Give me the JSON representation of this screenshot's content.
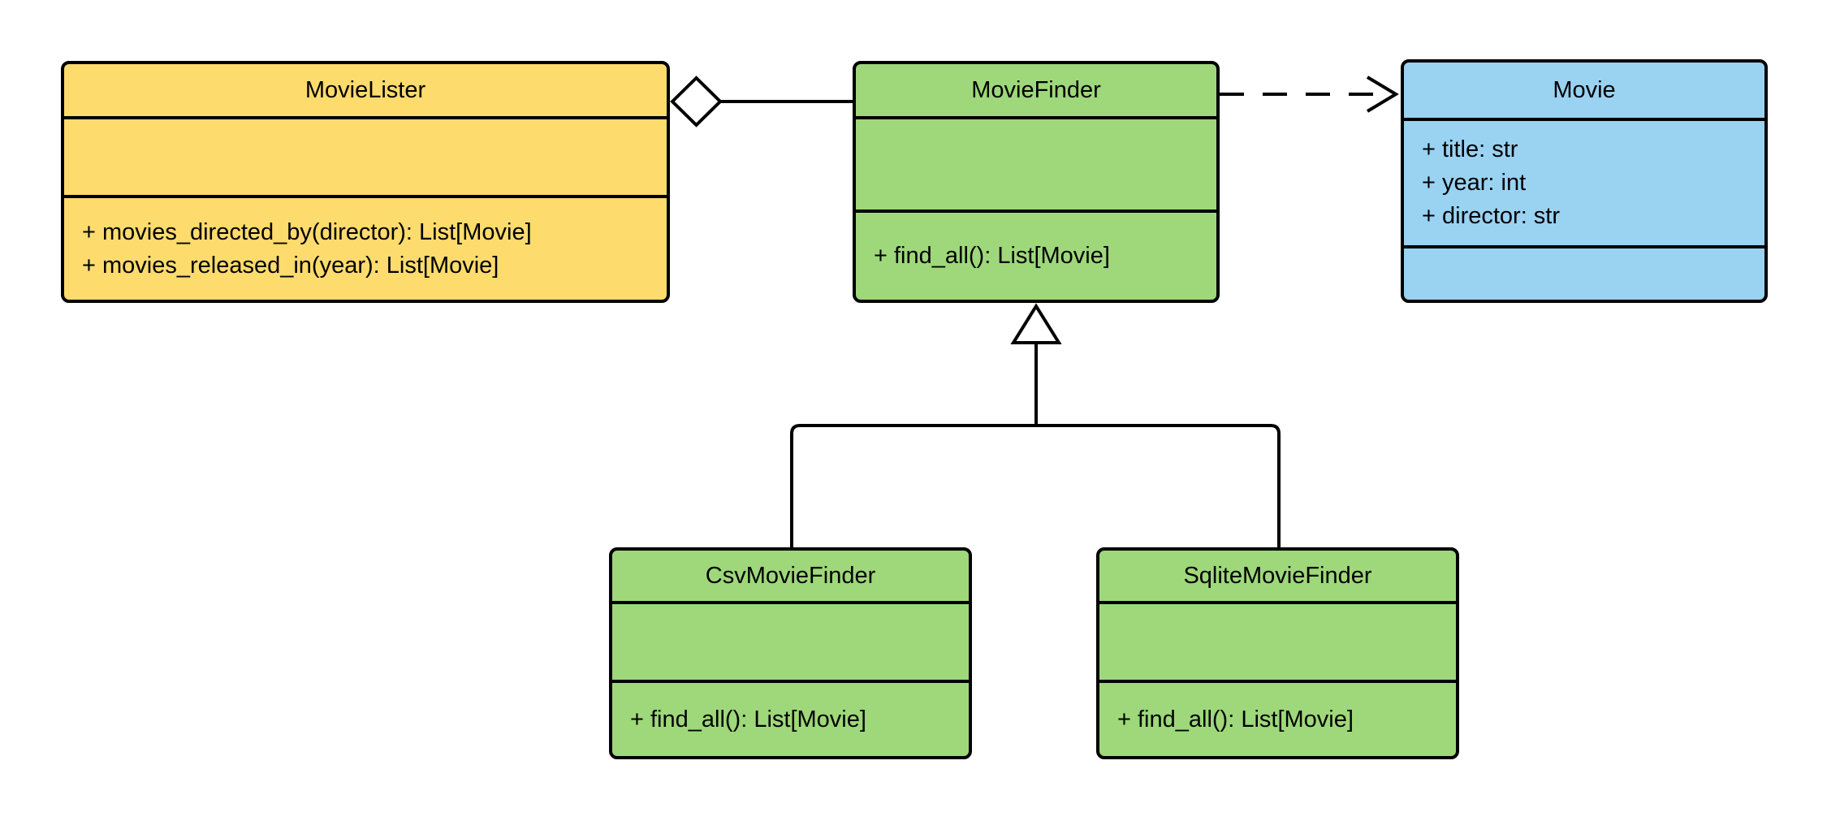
{
  "diagram": {
    "type": "uml-class-diagram",
    "background": "#FFFFFF",
    "stroke_color": "#000000"
  },
  "classes": [
    {
      "name": "MovieLister",
      "fill": "#FDDB6D",
      "attributes": [],
      "methods": [
        "+ movies_directed_by(director): List[Movie]",
        "+ movies_released_in(year): List[Movie]"
      ]
    },
    {
      "name": "MovieFinder",
      "fill": "#9ED87A",
      "attributes": [],
      "methods": [
        "+ find_all(): List[Movie]"
      ]
    },
    {
      "name": "Movie",
      "fill": "#9AD2F2",
      "attributes": [
        "+ title: str",
        "+ year: int",
        "+ director: str"
      ],
      "methods": []
    },
    {
      "name": "CsvMovieFinder",
      "fill": "#9ED87A",
      "attributes": [],
      "methods": [
        "+ find_all(): List[Movie]"
      ]
    },
    {
      "name": "SqliteMovieFinder",
      "fill": "#9ED87A",
      "attributes": [],
      "methods": [
        "+ find_all(): List[Movie]"
      ]
    }
  ],
  "relationships": [
    {
      "type": "aggregation",
      "owner": "MovieLister",
      "part": "MovieFinder",
      "line": "solid",
      "marker": "hollow-diamond-at-owner"
    },
    {
      "type": "dependency",
      "from": "MovieFinder",
      "to": "Movie",
      "line": "dashed",
      "marker": "open-arrow-at-target"
    },
    {
      "type": "generalization",
      "parent": "MovieFinder",
      "children": [
        "CsvMovieFinder",
        "SqliteMovieFinder"
      ],
      "line": "solid",
      "marker": "hollow-triangle-at-parent"
    }
  ]
}
